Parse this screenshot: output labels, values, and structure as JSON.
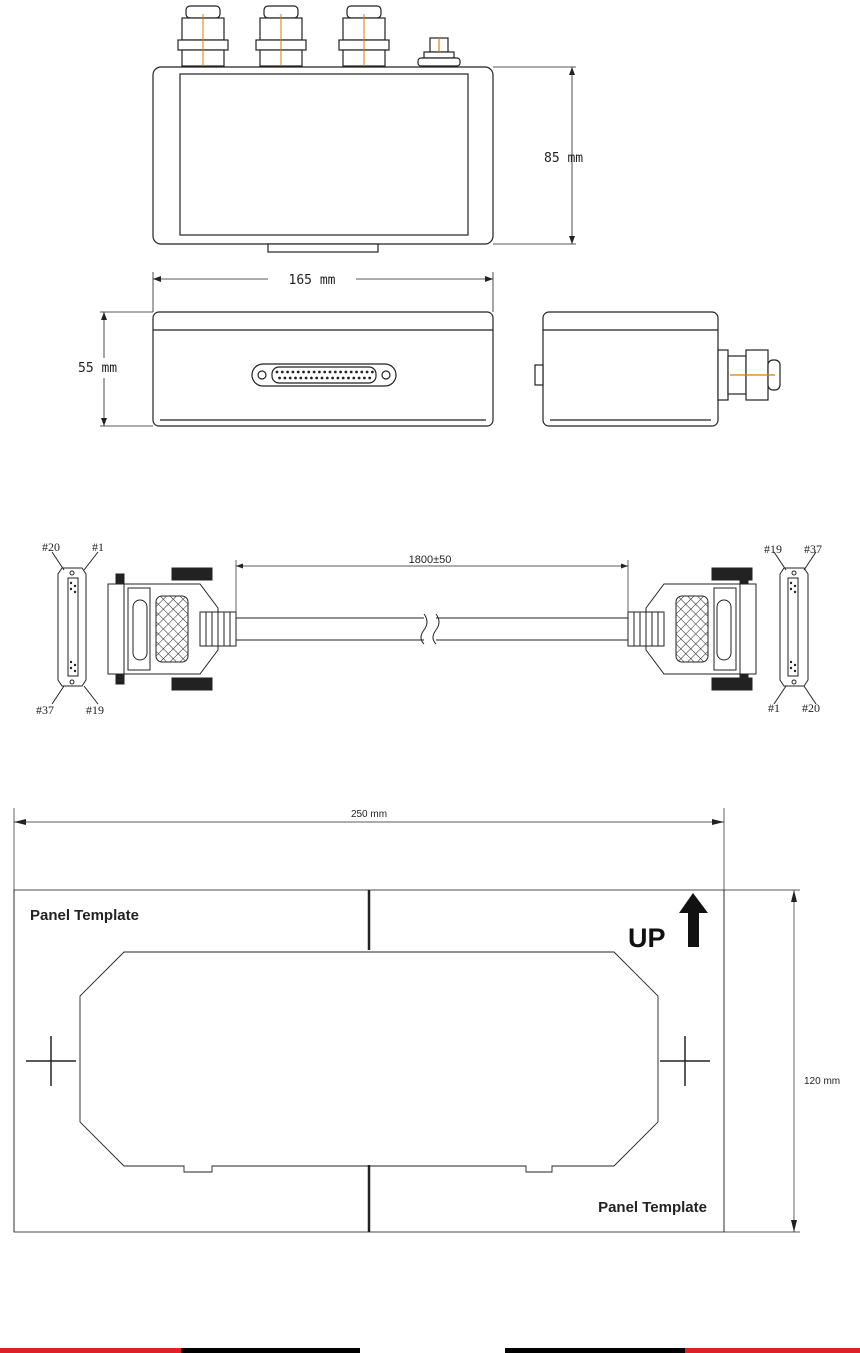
{
  "enclosure_drawing": {
    "height_label": "85 mm",
    "width_label": "165 mm",
    "depth_label": "55 mm"
  },
  "cable_drawing": {
    "length_label": "1800±50",
    "left_connector_pins": {
      "top_left": "#20",
      "top_right": "#1",
      "bottom_left": "#37",
      "bottom_right": "#19"
    },
    "right_connector_pins": {
      "top_left": "#19",
      "top_right": "#37",
      "bottom_left": "#1",
      "bottom_right": "#20"
    }
  },
  "panel_template": {
    "width_label": "250 mm",
    "height_label": "120 mm",
    "title_top": "Panel Template",
    "title_bottom": "Panel Template",
    "up_label": "UP"
  },
  "footer": {
    "bar_colors": [
      "#e31e24",
      "#000000",
      "#000000",
      "#e31e24"
    ]
  }
}
